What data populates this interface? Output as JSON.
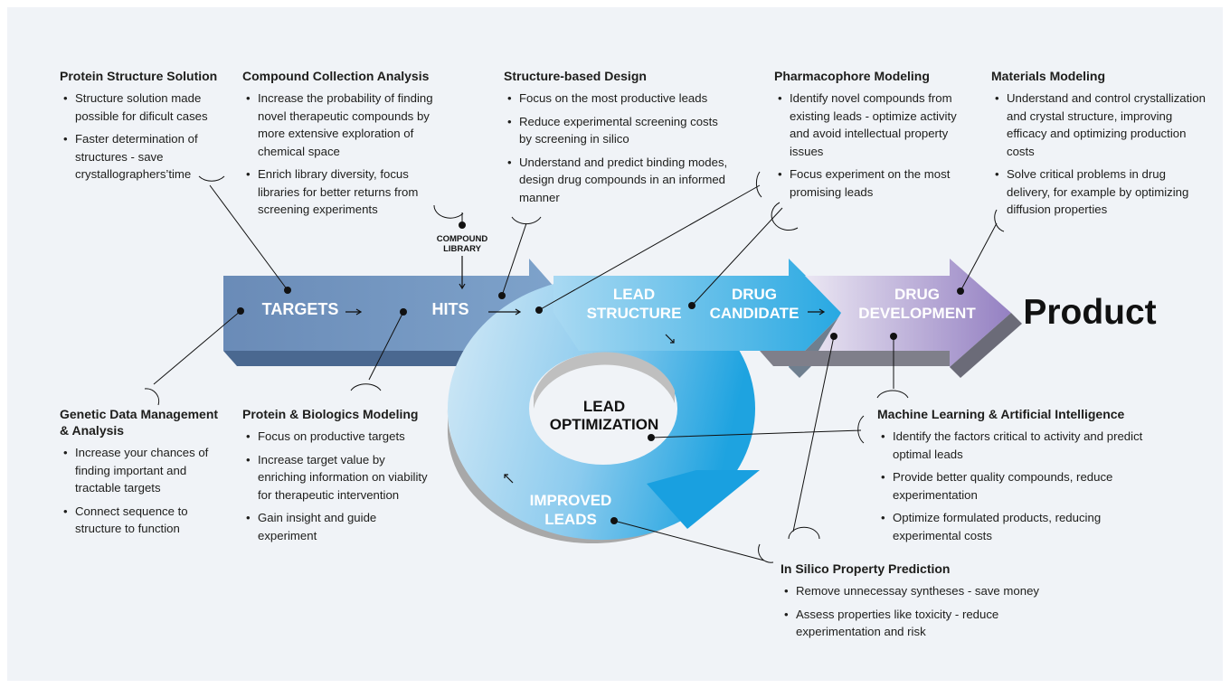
{
  "stages": {
    "targets": "TARGETS",
    "hits": "HITS",
    "lead_structure": [
      "LEAD",
      "STRUCTURE"
    ],
    "drug_candidate": [
      "DRUG",
      "CANDIDATE"
    ],
    "drug_development": [
      "DRUG",
      "DEVELOPMENT"
    ],
    "product": "Product",
    "lead_optimization": [
      "LEAD",
      "OPTIMIZATION"
    ],
    "improved_leads": [
      "IMPROVED",
      "LEADS"
    ],
    "compound_library": [
      "COMPOUND",
      "LIBRARY"
    ]
  },
  "blocks": {
    "protein_structure": {
      "title": "Protein Structure Solution",
      "items": [
        "Structure solution made possible for dificult cases",
        "Faster determination of structures - save crystallographers’time"
      ]
    },
    "compound_collection": {
      "title": "Compound Collection Analysis",
      "items": [
        "Increase the probability of finding novel therapeutic compounds by more extensive exploration of chemical space",
        "Enrich library diversity, focus libraries for better returns from screening experiments"
      ]
    },
    "structure_based": {
      "title": "Structure-based Design",
      "items": [
        "Focus on the most productive leads",
        "Reduce experimental screening costs by screening in silico",
        "Understand and predict binding modes, design drug compounds in an informed manner"
      ]
    },
    "pharmacophore": {
      "title": "Pharmacophore Modeling",
      "items": [
        "Identify novel compounds from existing leads - optimize activity and avoid intellectual property issues",
        "Focus experiment on the most promising leads"
      ]
    },
    "materials": {
      "title": "Materials Modeling",
      "items": [
        "Understand and control crystallization and crystal structure, improving efficacy and optimizing production costs",
        "Solve critical problems in drug delivery, for example by optimizing diffusion properties"
      ]
    },
    "genetic": {
      "title": "Genetic Data Management & Analysis",
      "items": [
        "Increase your chances of finding important and tractable targets",
        "Connect sequence to structure to function"
      ]
    },
    "biologics": {
      "title": "Protein & Biologics Modeling",
      "items": [
        "Focus on productive targets",
        "Increase target value by enriching information on viability for therapeutic intervention",
        "Gain insight and guide experiment"
      ]
    },
    "ml_ai": {
      "title": "Machine Learning & Artificial Intelligence",
      "items": [
        "Identify the factors critical to activity and predict optimal leads",
        "Provide better quality compounds, reduce experimentation",
        "Optimize formulated products, reducing experimental costs"
      ]
    },
    "in_silico": {
      "title": "In Silico Property Prediction",
      "items": [
        "Remove unnecessay syntheses - save money",
        "Assess properties like toxicity - reduce experimentation and risk"
      ]
    }
  },
  "colors": {
    "frame_bg": "#f0f3f7",
    "arrow_blue": "#6d8fbb",
    "arrow_blue_dark": "#3f5f86",
    "ring_light": "#cde6f5",
    "ring_bright": "#2ba6e0",
    "dev_light": "#e2dcee",
    "dev_purple": "#9a85c6",
    "text": "#1d1d1b"
  }
}
